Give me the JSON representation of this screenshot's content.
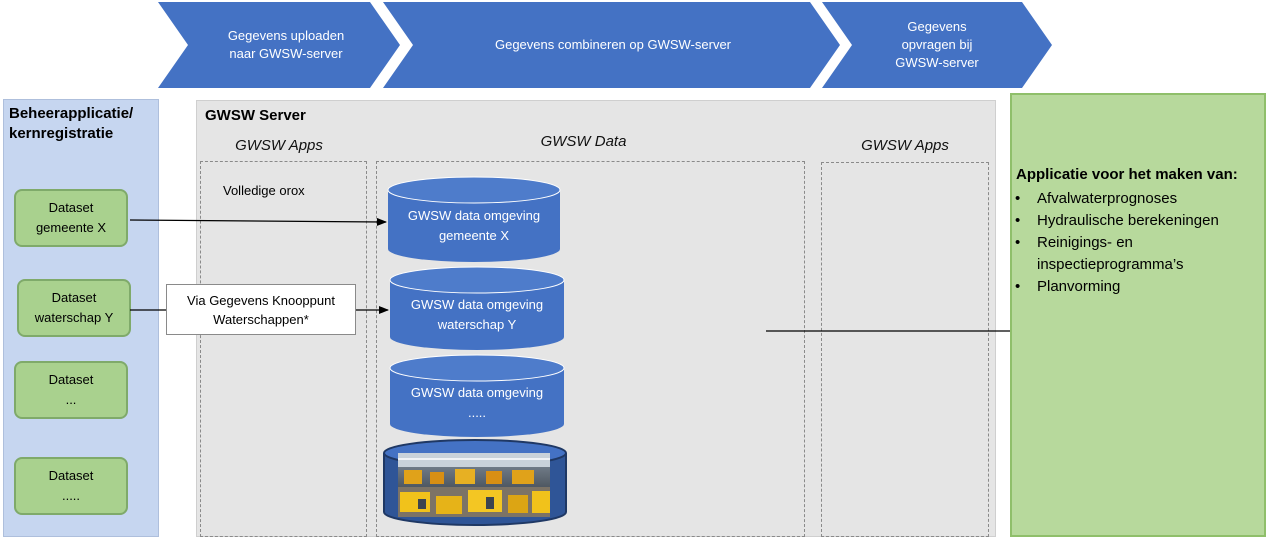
{
  "process_steps": [
    {
      "label": "Gegevens uploaden\nnaar GWSW-server"
    },
    {
      "label": "Gegevens combineren op GWSW-server"
    },
    {
      "label": "Gegevens\nopvragen bij\nGWSW-server"
    }
  ],
  "left_panel": {
    "title": "Beheerapplicatie/\nkernregistratie",
    "datasets": [
      {
        "label": "Dataset\ngemeente X"
      },
      {
        "label": "Dataset\nwaterschap Y"
      },
      {
        "label": "Dataset\n..."
      },
      {
        "label": "Dataset\n....."
      }
    ]
  },
  "server": {
    "title": "GWSW Server",
    "apps_left_title": "GWSW Apps",
    "data_title": "GWSW Data",
    "apps_right_title": "GWSW Apps",
    "apps_left_item": "Volledige orox",
    "via_label": "Via Gegevens Knooppunt\nWaterschappen*",
    "data_stores": [
      {
        "label": "GWSW data omgeving\ngemeente X"
      },
      {
        "label": "GWSW data omgeving\nwaterschap Y"
      },
      {
        "label": "GWSW data omgeving\n....."
      }
    ]
  },
  "right_panel": {
    "title": "Applicatie voor het maken van:",
    "items": [
      "Afvalwaterprognoses",
      "Hydraulische berekeningen",
      "Reinigings- en\ninspectieprogramma’s",
      "Planvorming"
    ]
  },
  "colors": {
    "chevron_blue": "#4472c4",
    "cylinder_blue": "#4472c4",
    "dataset_green": "#a9d18e",
    "application_green": "#b7d99c",
    "left_panel_blue": "#c6d6f0",
    "server_grey": "#e5e5e5"
  }
}
